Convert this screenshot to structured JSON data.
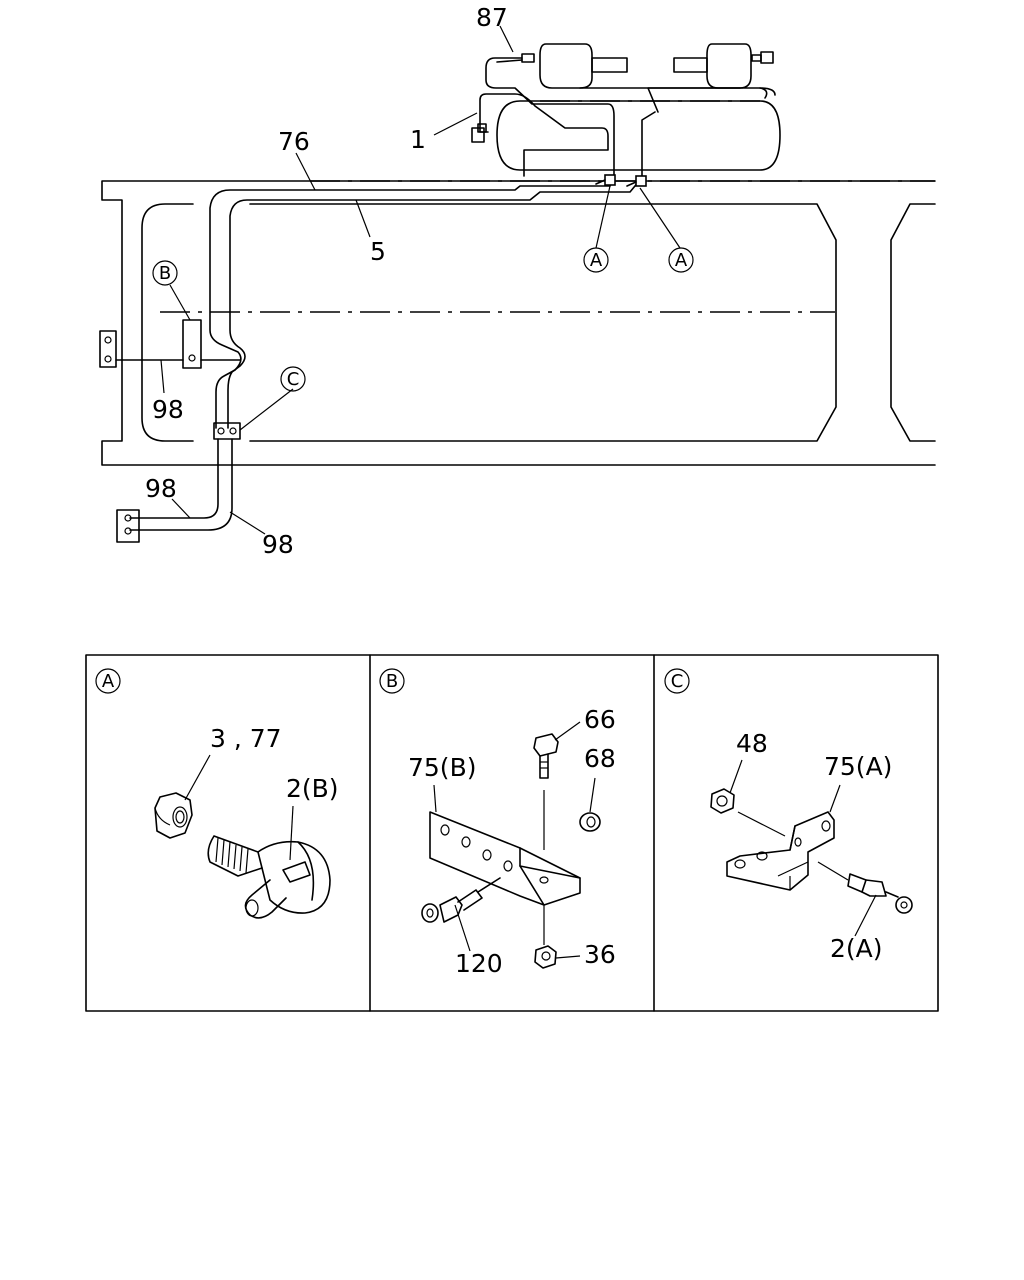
{
  "callouts": {
    "c87": "87",
    "c1": "1",
    "c76": "76",
    "c5": "5",
    "c98a": "98",
    "c98b": "98",
    "c98c": "98"
  },
  "markers": {
    "a1": "A",
    "a2": "A",
    "b": "B",
    "c": "C"
  },
  "details": [
    {
      "marker": "A",
      "labels": [
        "3 , 77",
        "2(B)"
      ]
    },
    {
      "marker": "B",
      "labels": [
        "66",
        "68",
        "75(B)",
        "120",
        "36"
      ]
    },
    {
      "marker": "C",
      "labels": [
        "48",
        "75(A)",
        "2(A)"
      ]
    }
  ]
}
